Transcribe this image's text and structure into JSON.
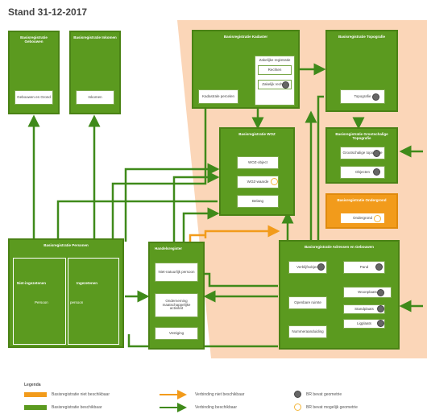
{
  "title": "Stand 31-12-2017",
  "colors": {
    "green": "#5b9a1f",
    "orange": "#f29b1b",
    "peach": "#fbd6b8",
    "line": "#3f8a1a"
  },
  "boxes": {
    "gebouwen": {
      "title": "Basisregistratie Gebouwen",
      "items": [
        "Gebouwen en Grond"
      ]
    },
    "inkomen": {
      "title": "Basisregistratie Inkomen",
      "items": [
        "Inkomen"
      ]
    },
    "kadaster": {
      "title": "Basisregistratie Kadaster",
      "items": [
        "Kadastrale percelen",
        "Rechten",
        "Zakelijk rechten"
      ],
      "sub": "Zakelijke registratie"
    },
    "topografie": {
      "title": "Basisregistratie Topografie",
      "items": [
        "Topografie"
      ]
    },
    "woz": {
      "title": "Basisregistratie WOZ",
      "items": [
        "WOZ-object",
        "WOZ-waarde",
        "Belang"
      ]
    },
    "grootschalige": {
      "title": "Basisregistratie Grootschalige Topografie",
      "items": [
        "Grootschalige topografie",
        "Objecten"
      ]
    },
    "ondergrond": {
      "title": "Basisregistratie Ondergrond",
      "items": [
        "Ondergrond"
      ]
    },
    "adressen": {
      "title": "Basisregistratie Adressen en Gebouwen",
      "items": [
        "Verblijfsobject",
        "Pand",
        "Openbare ruimte",
        "Nummeraanduiding",
        "Woonplaats",
        "Standplaats",
        "Ligplaats"
      ]
    },
    "personen": {
      "title": "Basisregistratie Personen",
      "left": "Niet-ingezetenen",
      "right": "Ingezetenen",
      "left_sub": "Persoon",
      "right_sub": "persoon"
    },
    "handelsregister": {
      "title": "Handelsregister",
      "items": [
        "Niet-natuurlijk persoon",
        "Onderneming\nmaatschappelijke activiteit",
        "Vestiging"
      ]
    }
  },
  "legend": {
    "title": "Legenda",
    "items": [
      "Basisregistratie niet beschikbaar",
      "Basisregistratie beschikbaar",
      "Verbinding niet beschikbaar",
      "Verbinding beschikbaar",
      "BR bevat geometrie",
      "BR bevat mogelijk geometrie"
    ]
  }
}
